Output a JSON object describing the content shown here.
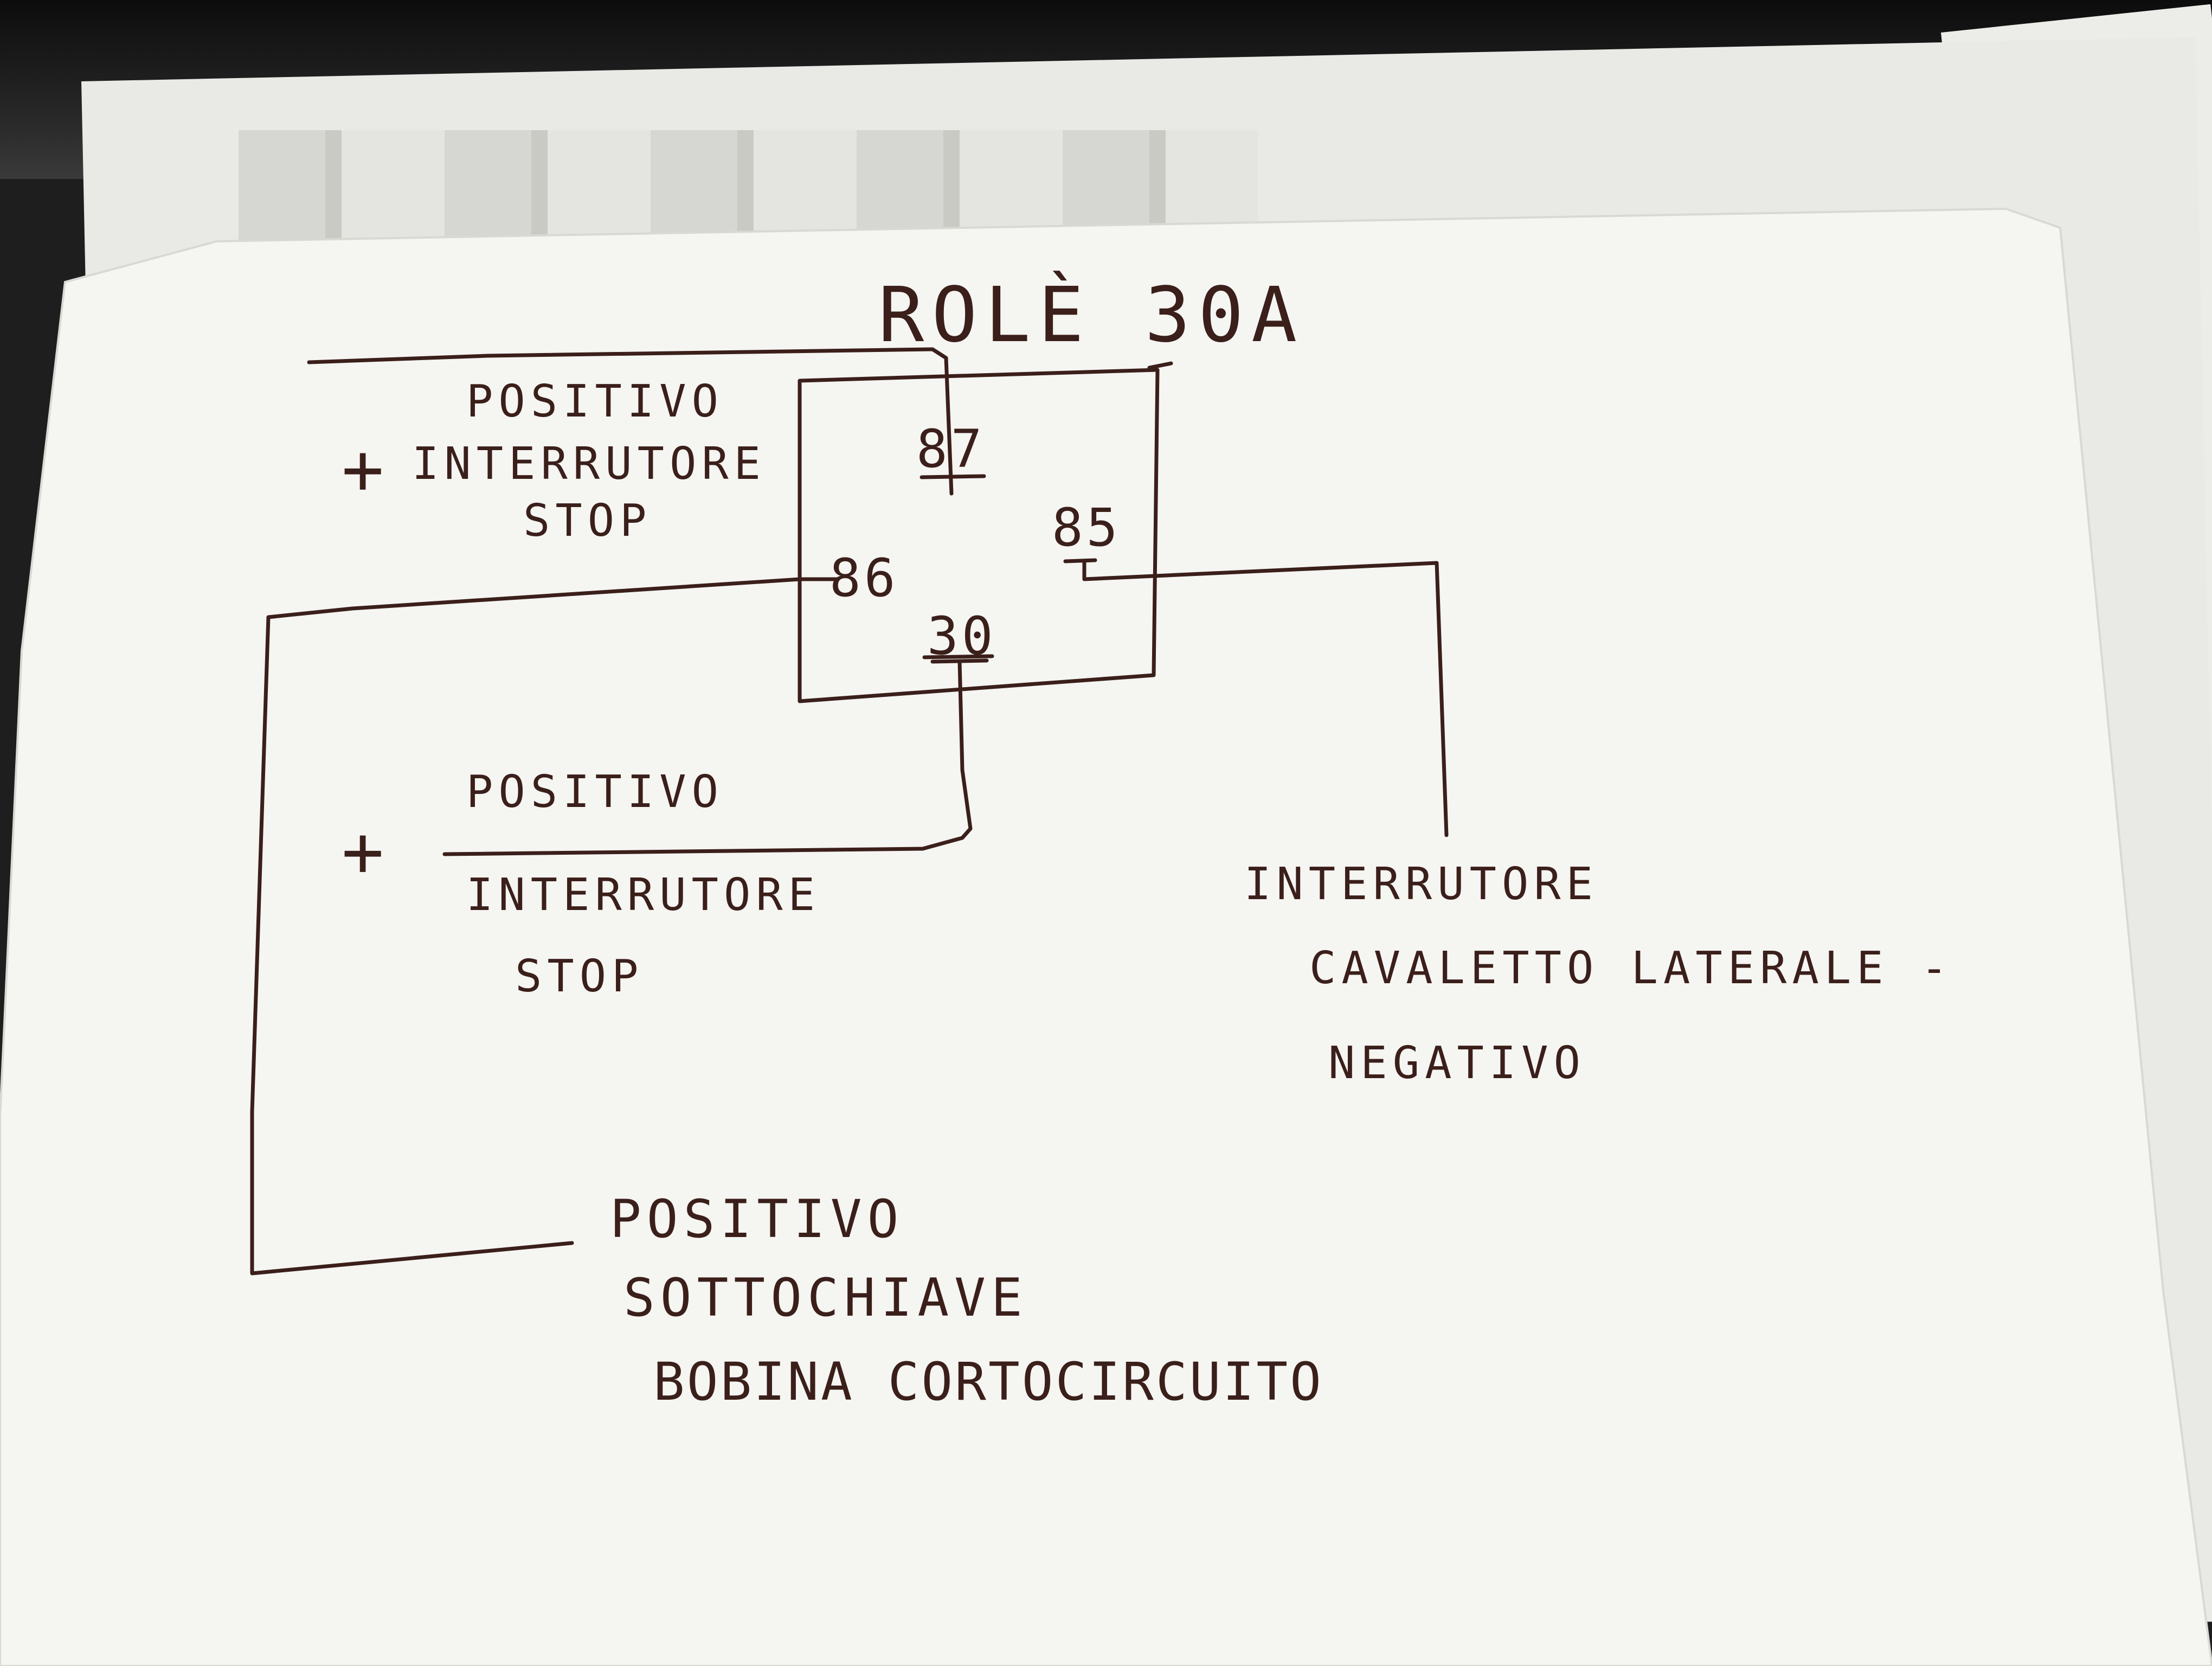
{
  "title": "ROLÈ 30A",
  "pins": {
    "p87": "87",
    "p85": "85",
    "p86": "86",
    "p30": "30"
  },
  "labels": {
    "top_left": [
      "POSITIVO",
      "INTERRUTORE",
      "STOP"
    ],
    "top_left_plus": "+",
    "middle_left": [
      "POSITIVO",
      "INTERRUTORE",
      "STOP"
    ],
    "middle_left_plus": "+",
    "right": [
      "INTERRUTORE",
      "CAVALETTO LATERALE -",
      "NEGATIVO"
    ],
    "bottom": [
      "POSITIVO",
      "SOTTOCHIAVE",
      "BOBINA CORTOCIRCUITO"
    ]
  },
  "colors": {
    "ink": "#3b1f1a",
    "paper": "#f5f5f2"
  }
}
